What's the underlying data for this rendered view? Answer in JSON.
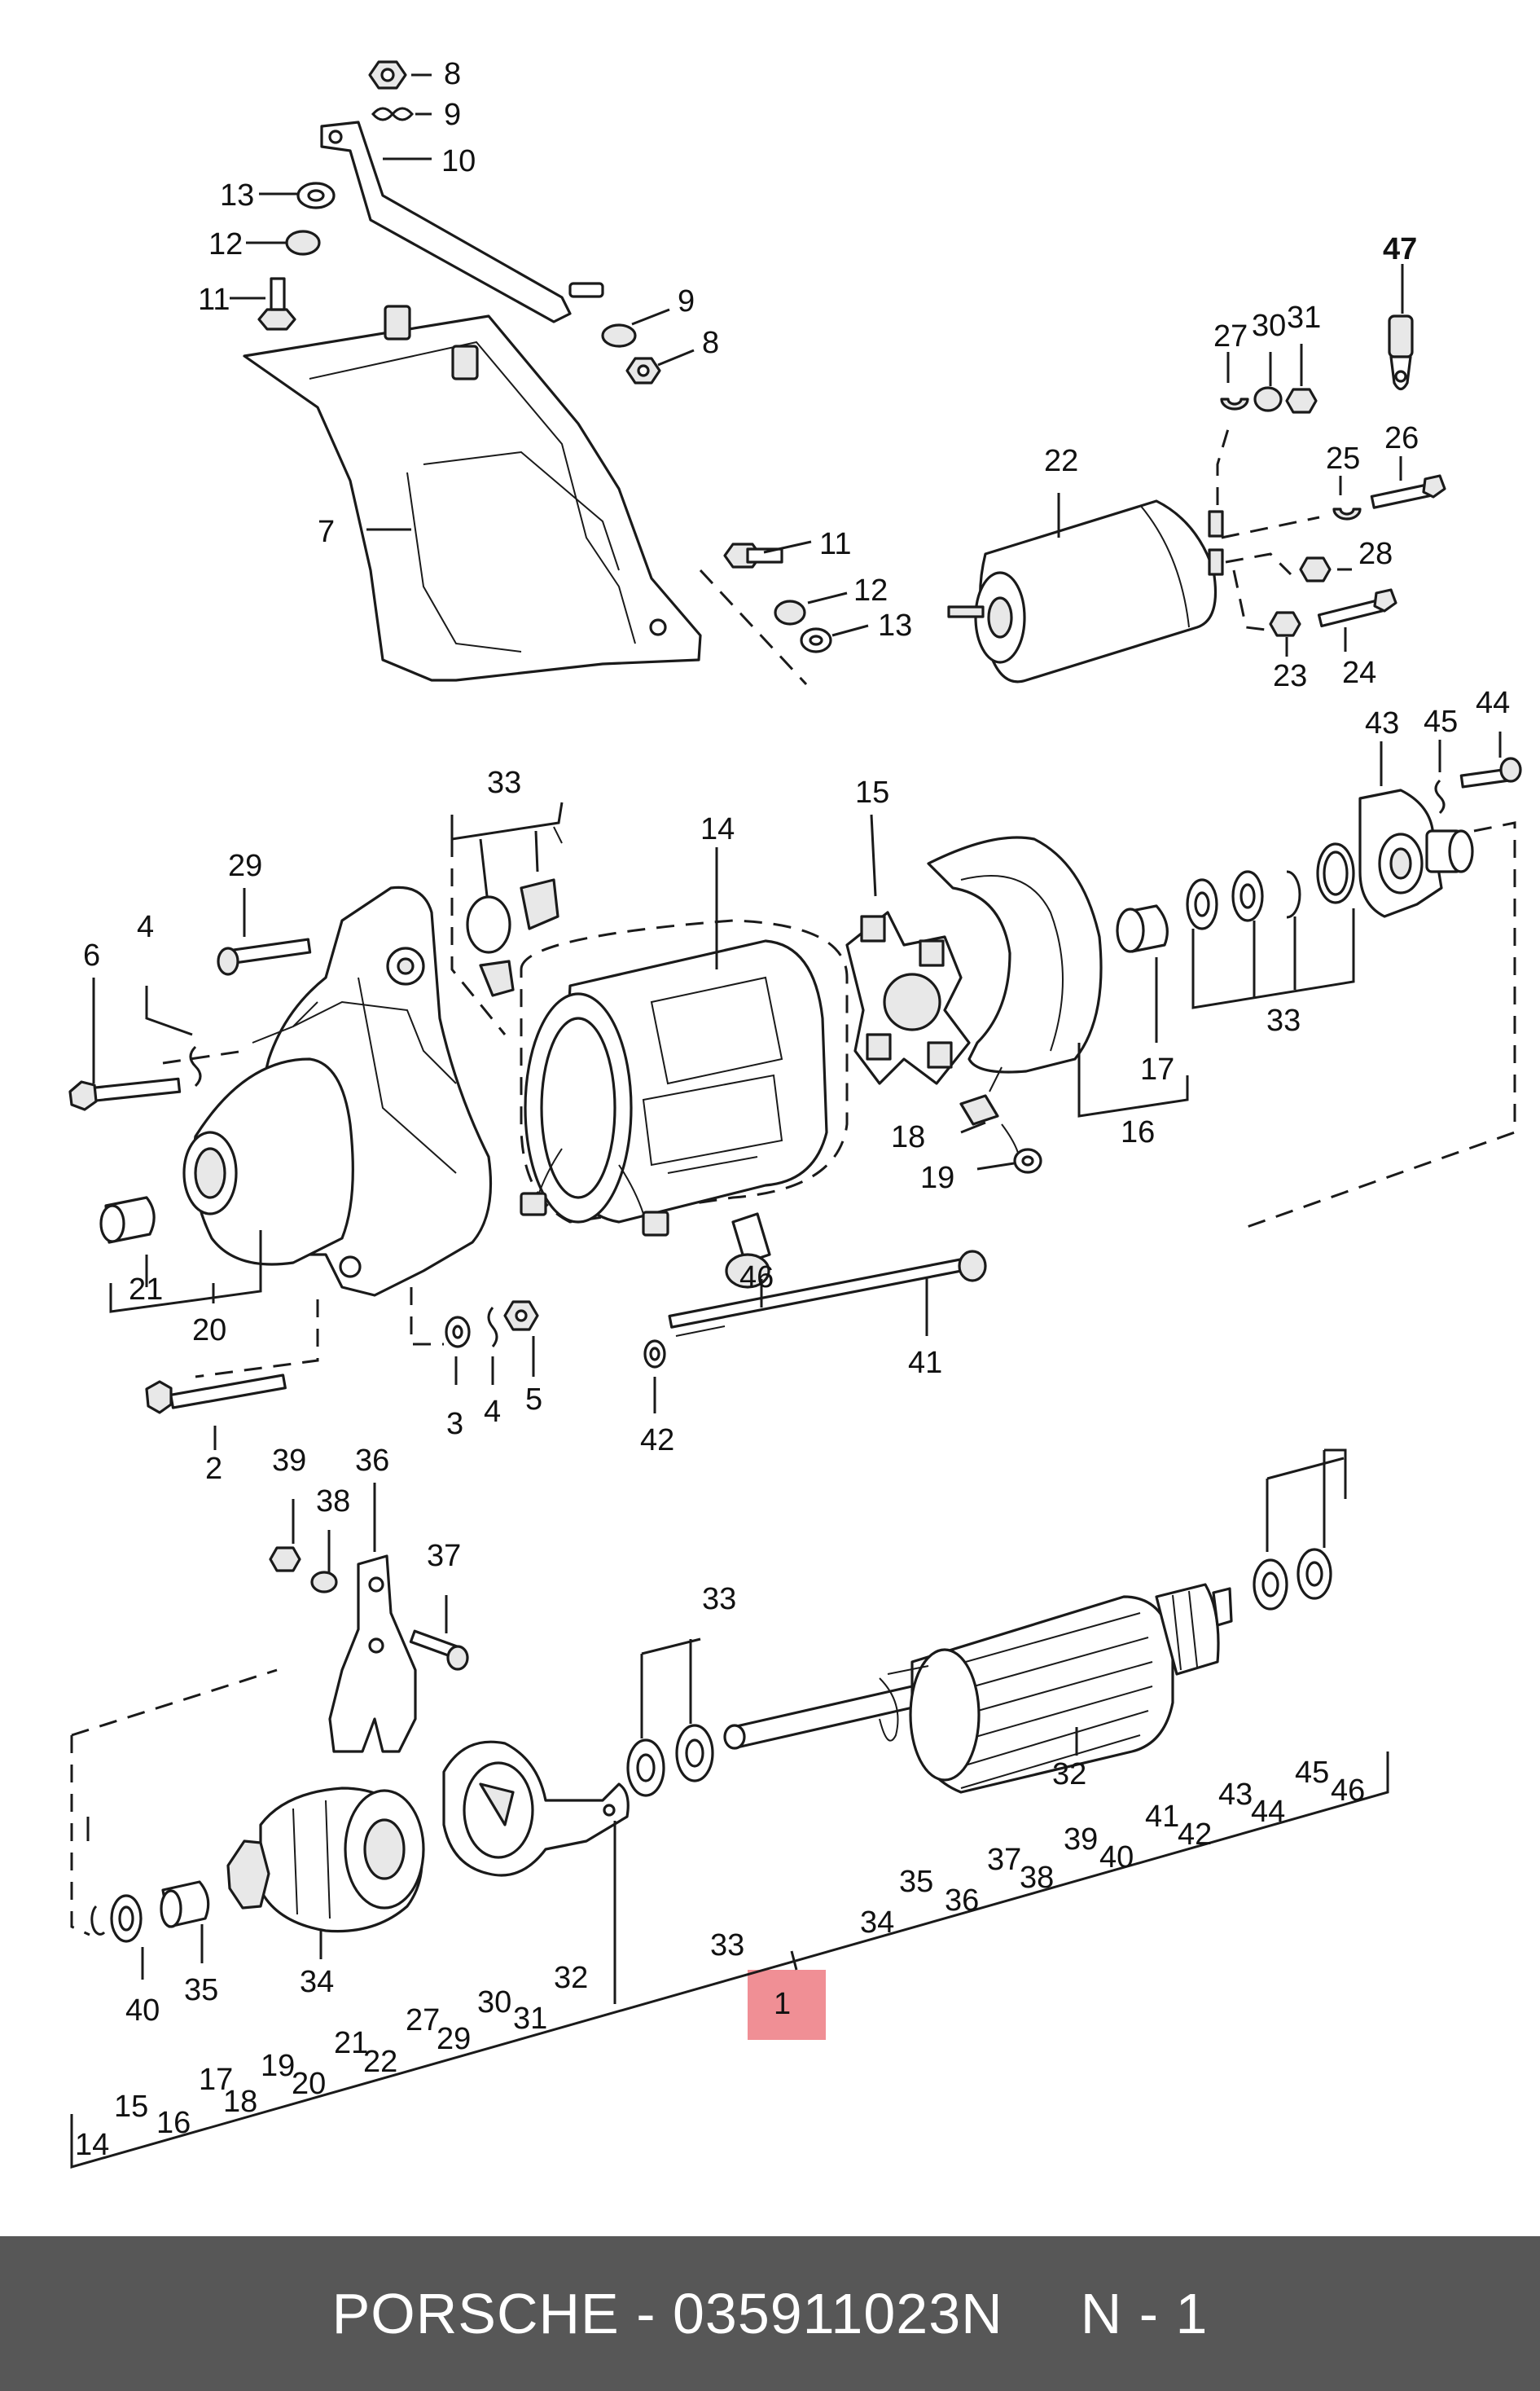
{
  "callouts": [
    "1",
    "2",
    "3",
    "4",
    "5",
    "6",
    "7",
    "8",
    "9",
    "10",
    "11",
    "12",
    "13",
    "14",
    "15",
    "16",
    "17",
    "18",
    "19",
    "20",
    "21",
    "22",
    "23",
    "24",
    "25",
    "26",
    "27",
    "28",
    "29",
    "30",
    "31",
    "32",
    "33",
    "34",
    "35",
    "36",
    "37",
    "38",
    "39",
    "40",
    "41",
    "42",
    "43",
    "44",
    "45",
    "46",
    "47"
  ],
  "footer": {
    "part_label": "PORSCHE - 035911023N",
    "page_label": "N - 1"
  },
  "highlight": {
    "callout": "1",
    "color": "#f08f95"
  },
  "colors": {
    "footer_bg": "#575757",
    "footer_text": "#ffffff",
    "line": "#1a1a1a"
  }
}
